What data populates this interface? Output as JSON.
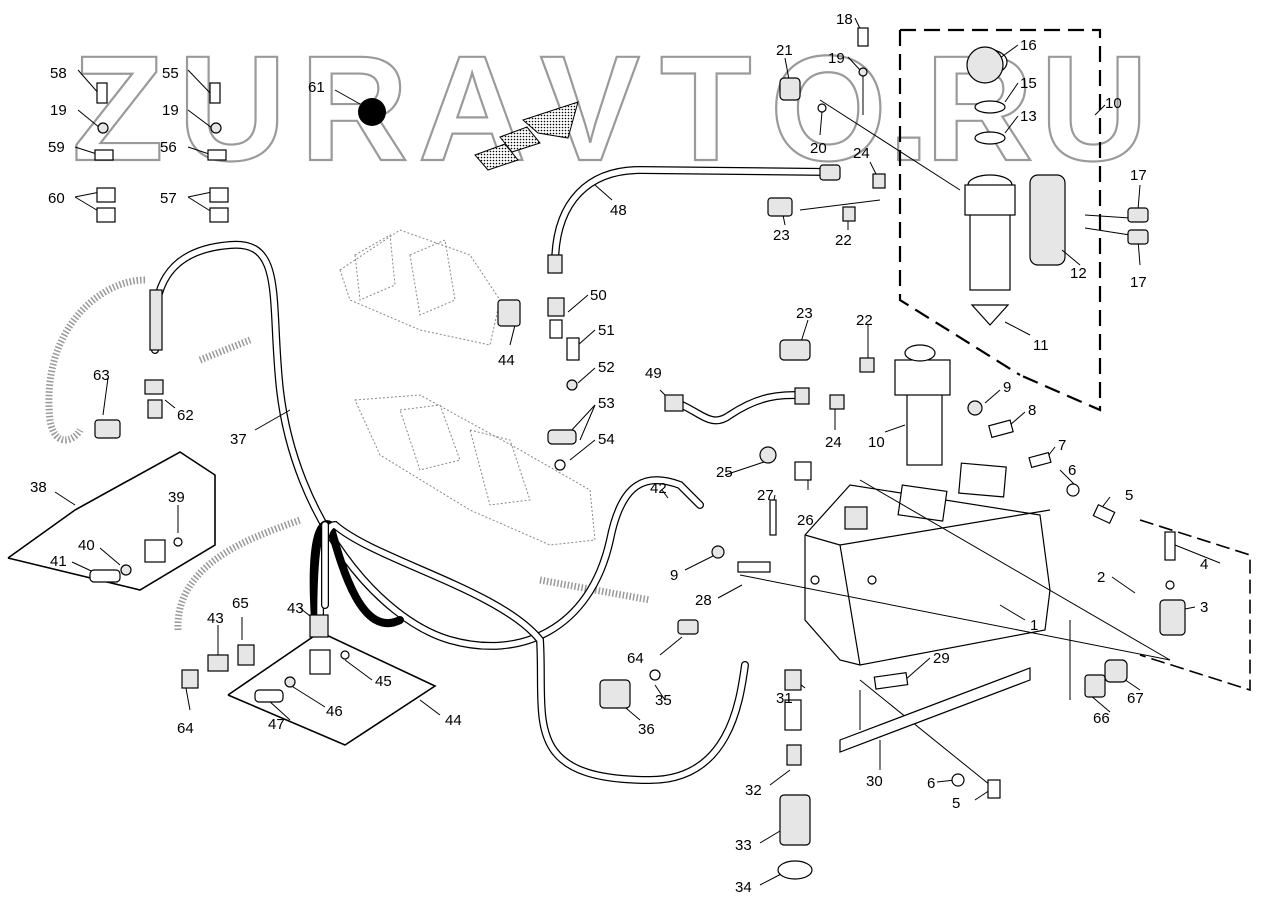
{
  "watermark": {
    "text": "ZURAVTO.RU",
    "letters": [
      "Z",
      "U",
      "R",
      "A",
      "V",
      "T",
      "O",
      ".",
      "R",
      "U"
    ],
    "badge_icon": "logo-arrow-stripes-icon",
    "badge_dot_color": "#000000"
  },
  "diagram": {
    "title": "Hydraulic tank, filter and hose assembly exploded view",
    "line_color": "#000000",
    "watermark_color": "#9a9a9a",
    "callouts": [
      {
        "id": "c58",
        "label": "58"
      },
      {
        "id": "c55",
        "label": "55"
      },
      {
        "id": "c19a",
        "label": "19"
      },
      {
        "id": "c19b",
        "label": "19"
      },
      {
        "id": "c59",
        "label": "59"
      },
      {
        "id": "c56",
        "label": "56"
      },
      {
        "id": "c60",
        "label": "60"
      },
      {
        "id": "c57",
        "label": "57"
      },
      {
        "id": "c61",
        "label": "61"
      },
      {
        "id": "c18",
        "label": "18"
      },
      {
        "id": "c21",
        "label": "21"
      },
      {
        "id": "c19c",
        "label": "19"
      },
      {
        "id": "c20",
        "label": "20"
      },
      {
        "id": "c16",
        "label": "16"
      },
      {
        "id": "c15",
        "label": "15"
      },
      {
        "id": "c13",
        "label": "13"
      },
      {
        "id": "c10a",
        "label": "10"
      },
      {
        "id": "c24a",
        "label": "24"
      },
      {
        "id": "c48",
        "label": "48"
      },
      {
        "id": "c23a",
        "label": "23"
      },
      {
        "id": "c22a",
        "label": "22"
      },
      {
        "id": "c17a",
        "label": "17"
      },
      {
        "id": "c17b",
        "label": "17"
      },
      {
        "id": "c12",
        "label": "12"
      },
      {
        "id": "c11",
        "label": "11"
      },
      {
        "id": "c50",
        "label": "50"
      },
      {
        "id": "c44a",
        "label": "44"
      },
      {
        "id": "c51",
        "label": "51"
      },
      {
        "id": "c52",
        "label": "52"
      },
      {
        "id": "c53",
        "label": "53"
      },
      {
        "id": "c54",
        "label": "54"
      },
      {
        "id": "c23b",
        "label": "23"
      },
      {
        "id": "c22b",
        "label": "22"
      },
      {
        "id": "c49",
        "label": "49"
      },
      {
        "id": "c24b",
        "label": "24"
      },
      {
        "id": "c10b",
        "label": "10"
      },
      {
        "id": "c9a",
        "label": "9"
      },
      {
        "id": "c8",
        "label": "8"
      },
      {
        "id": "c7",
        "label": "7"
      },
      {
        "id": "c6a",
        "label": "6"
      },
      {
        "id": "c5a",
        "label": "5"
      },
      {
        "id": "c63",
        "label": "63"
      },
      {
        "id": "c62",
        "label": "62"
      },
      {
        "id": "c37",
        "label": "37"
      },
      {
        "id": "c38",
        "label": "38"
      },
      {
        "id": "c39",
        "label": "39"
      },
      {
        "id": "c40",
        "label": "40"
      },
      {
        "id": "c41",
        "label": "41"
      },
      {
        "id": "c25",
        "label": "25"
      },
      {
        "id": "c42",
        "label": "42"
      },
      {
        "id": "c27",
        "label": "27"
      },
      {
        "id": "c26",
        "label": "26"
      },
      {
        "id": "c9b",
        "label": "9"
      },
      {
        "id": "c28",
        "label": "28"
      },
      {
        "id": "c4",
        "label": "4"
      },
      {
        "id": "c2",
        "label": "2"
      },
      {
        "id": "c3",
        "label": "3"
      },
      {
        "id": "c1",
        "label": "1"
      },
      {
        "id": "c64a",
        "label": "64"
      },
      {
        "id": "c43a",
        "label": "43"
      },
      {
        "id": "c65",
        "label": "65"
      },
      {
        "id": "c43b",
        "label": "43"
      },
      {
        "id": "c45",
        "label": "45"
      },
      {
        "id": "c46",
        "label": "46"
      },
      {
        "id": "c47",
        "label": "47"
      },
      {
        "id": "c44b",
        "label": "44"
      },
      {
        "id": "c64b",
        "label": "64"
      },
      {
        "id": "c35",
        "label": "35"
      },
      {
        "id": "c36",
        "label": "36"
      },
      {
        "id": "c31",
        "label": "31"
      },
      {
        "id": "c29",
        "label": "29"
      },
      {
        "id": "c67",
        "label": "67"
      },
      {
        "id": "c66",
        "label": "66"
      },
      {
        "id": "c30",
        "label": "30"
      },
      {
        "id": "c32",
        "label": "32"
      },
      {
        "id": "c6b",
        "label": "6"
      },
      {
        "id": "c5b",
        "label": "5"
      },
      {
        "id": "c33",
        "label": "33"
      },
      {
        "id": "c34",
        "label": "34"
      }
    ]
  }
}
